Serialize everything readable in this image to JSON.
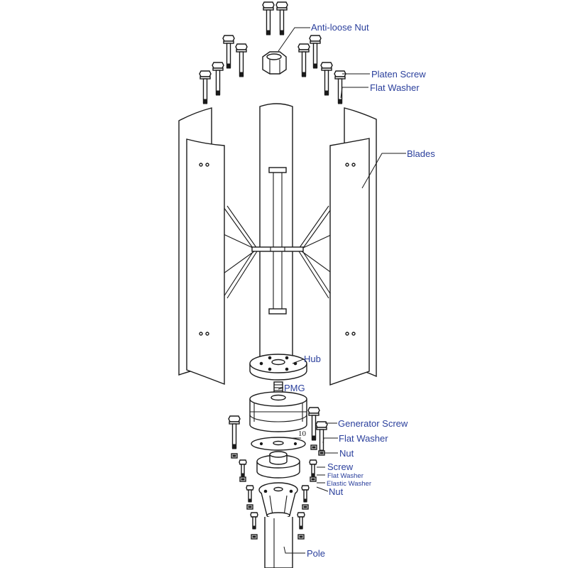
{
  "labels": {
    "anti_loose_nut": "Anti-loose Nut",
    "platen_screw": "Platen Screw",
    "flat_washer_top": "Flat Washer",
    "blades": "Blades",
    "hub": "Hub",
    "pmg": "PMG",
    "generator_screw": "Generator Screw",
    "flat_washer_mid": "Flat Washer",
    "nut_mid": "Nut",
    "screw": "Screw",
    "flat_washer_small": "Flat Washer",
    "elastic_washer": "Elastic Washer",
    "nut_low": "Nut",
    "pole": "Pole"
  },
  "dimension_mark": "10"
}
